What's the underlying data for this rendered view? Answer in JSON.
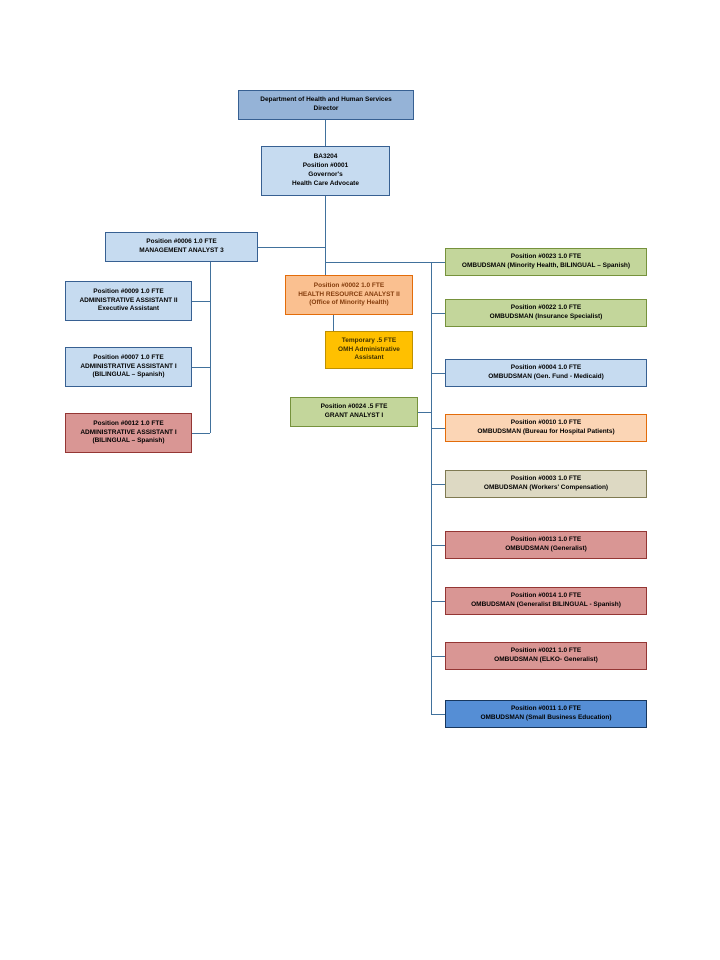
{
  "colors": {
    "background": "#FFFFFF",
    "connector": "#41719C",
    "periwinkle_fill": "#95B3D7",
    "light_blue_fill": "#C6DBF0",
    "rose_fill": "#D99694",
    "olive_fill": "#C3D69B",
    "orange_fill": "#FAC090",
    "gold_fill": "#FFC000",
    "peach_fill": "#FBD5B5",
    "tan_fill": "#DDD9C3",
    "blue_fill": "#558ED5"
  },
  "nodes": {
    "director": {
      "text": "Department of Health and Human Services\nDirector"
    },
    "advocate": {
      "text": "BA3204\nPosition #0001\nGovernor's\nHealth Care Advocate"
    },
    "pos0006": {
      "text": "Position #0006  1.0 FTE\nMANAGEMENT ANALYST 3"
    },
    "pos0009": {
      "text": "Position #0009  1.0 FTE\nADMINISTRATIVE ASSISTANT II\nExecutive Assistant"
    },
    "pos0007": {
      "text": "Position #0007  1.0 FTE\nADMINISTRATIVE ASSISTANT I\n(BILINGUAL – Spanish)"
    },
    "pos0012": {
      "text": "Position #0012  1.0 FTE\nADMINISTRATIVE ASSISTANT I\n(BILINGUAL – Spanish)"
    },
    "pos0002": {
      "text": "Position #0002  1.0 FTE\nHEALTH RESOURCE ANALYST II\n(Office of Minority Health)"
    },
    "temp_omh": {
      "text": "Temporary  .5 FTE\nOMH Administrative\nAssistant"
    },
    "pos0024": {
      "text": "Position #0024  .5 FTE\nGRANT ANALYST I"
    },
    "pos0023": {
      "text": "Position #0023  1.0 FTE\nOMBUDSMAN (Minority Health, BILINGUAL – Spanish)"
    },
    "pos0022": {
      "text": "Position #0022  1.0 FTE\nOMBUDSMAN (Insurance Specialist)"
    },
    "pos0004": {
      "text": "Position #0004  1.0 FTE\nOMBUDSMAN (Gen. Fund - Medicaid)"
    },
    "pos0010": {
      "text": "Position #0010  1.0 FTE\nOMBUDSMAN (Bureau for Hospital Patients)"
    },
    "pos0003": {
      "text": "Position #0003  1.0 FTE\nOMBUDSMAN (Workers' Compensation)"
    },
    "pos0013": {
      "text": "Position #0013  1.0 FTE\nOMBUDSMAN (Generalist)"
    },
    "pos0014": {
      "text": "Position #0014  1.0 FTE\nOMBUDSMAN (Generalist BILINGUAL - Spanish)"
    },
    "pos0021": {
      "text": "Position #0021  1.0 FTE\nOMBUDSMAN (ELKO- Generalist)"
    },
    "pos0011": {
      "text": "Position #0011  1.0 FTE\nOMBUDSMAN (Small Business Education)"
    }
  }
}
